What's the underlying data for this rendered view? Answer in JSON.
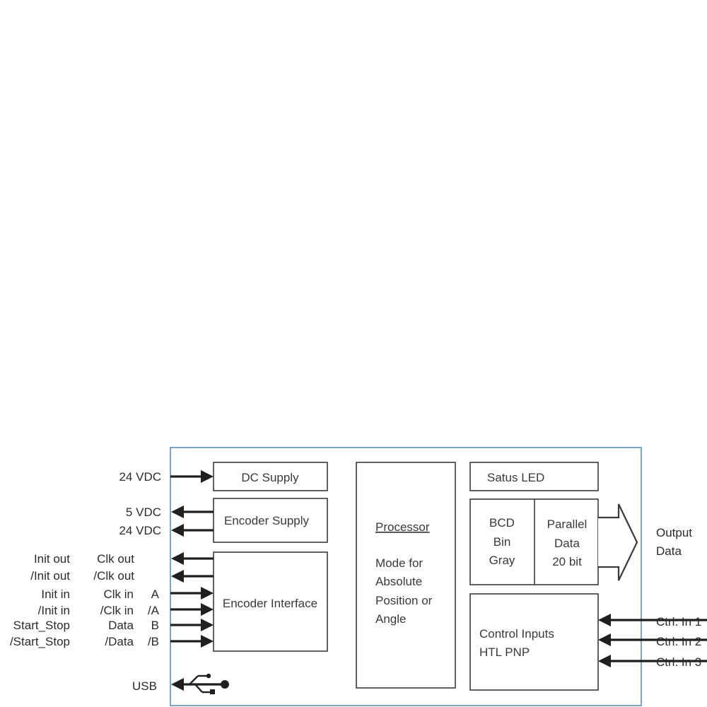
{
  "blocks": {
    "dc_supply": "DC Supply",
    "encoder_supply": "Encoder Supply",
    "encoder_interface": "Encoder Interface",
    "processor_title": "Processor",
    "processor_lines": [
      "Mode for",
      "Absolute",
      "Position or",
      "Angle"
    ],
    "status_led": "Satus LED",
    "code_lines": [
      "BCD",
      "Bin",
      "Gray"
    ],
    "parallel_lines": [
      "Parallel",
      "Data",
      "20 bit"
    ],
    "control_lines": [
      "Control Inputs",
      "HTL PNP"
    ]
  },
  "left_signals": {
    "supply_in": "24 VDC",
    "supply_out_5v": "5 VDC",
    "supply_out_24v": "24 VDC",
    "rows": [
      {
        "col1": "Init out",
        "col2": "Clk out",
        "col3": ""
      },
      {
        "col1": "/Init out",
        "col2": "/Clk out",
        "col3": ""
      },
      {
        "col1": "Init in",
        "col2": "Clk in",
        "col3": "A"
      },
      {
        "col1": "/Init in",
        "col2": "/Clk in",
        "col3": "/A"
      },
      {
        "col1": "Start_Stop",
        "col2": "Data",
        "col3": "B"
      },
      {
        "col1": "/Start_Stop",
        "col2": "/Data",
        "col3": "/B"
      }
    ],
    "usb": "USB"
  },
  "right_signals": {
    "output_lines": [
      "Output",
      "Data"
    ],
    "ctrl_inputs": [
      "Ctrl. In 1",
      "Ctrl. In 2",
      "Ctrl. In 3"
    ]
  },
  "icons": {
    "usb": "usb-icon",
    "output": "hollow-arrow-right-icon"
  }
}
